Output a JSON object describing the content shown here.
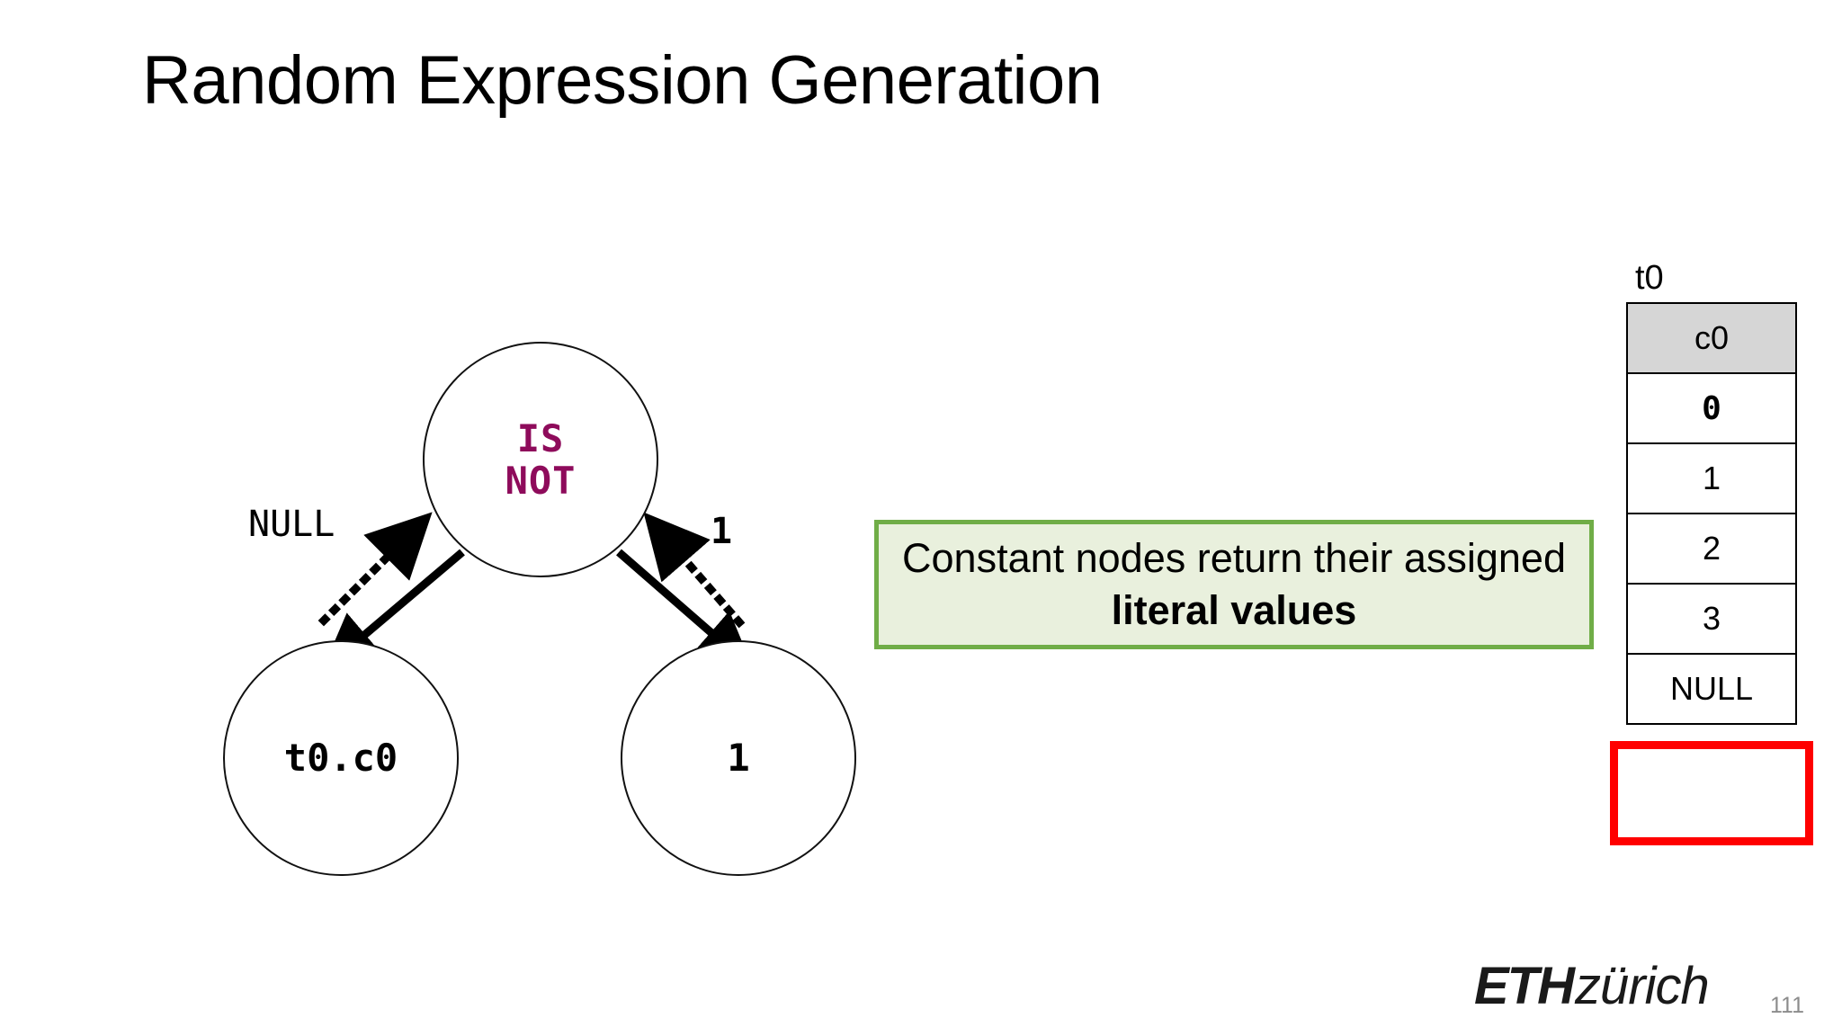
{
  "slide": {
    "title": "Random Expression Generation",
    "page_number": "111"
  },
  "tree": {
    "root": {
      "label_line1": "IS",
      "label_line2": "NOT",
      "color": "#8E0B5B"
    },
    "left_child": {
      "label": "t0.c0"
    },
    "right_child": {
      "label": "1"
    },
    "edges": [
      {
        "name": "left-return-value",
        "label": "NULL"
      },
      {
        "name": "right-return-value",
        "label": "1"
      }
    ]
  },
  "callout": {
    "text_part1": "Constant nodes return their assigned ",
    "text_strong": "literal values",
    "border_color": "#70AD47",
    "fill_color": "#E9F0DD"
  },
  "table": {
    "name": "t0",
    "columns": [
      "c0"
    ],
    "rows": [
      "0",
      "1",
      "2",
      "3",
      "NULL"
    ],
    "highlighted_row": "NULL",
    "highlight_color": "#FF0000",
    "header_fill": "#D6D6D6"
  },
  "branding": {
    "logo_bold": "ETH",
    "logo_light": "zürich"
  }
}
